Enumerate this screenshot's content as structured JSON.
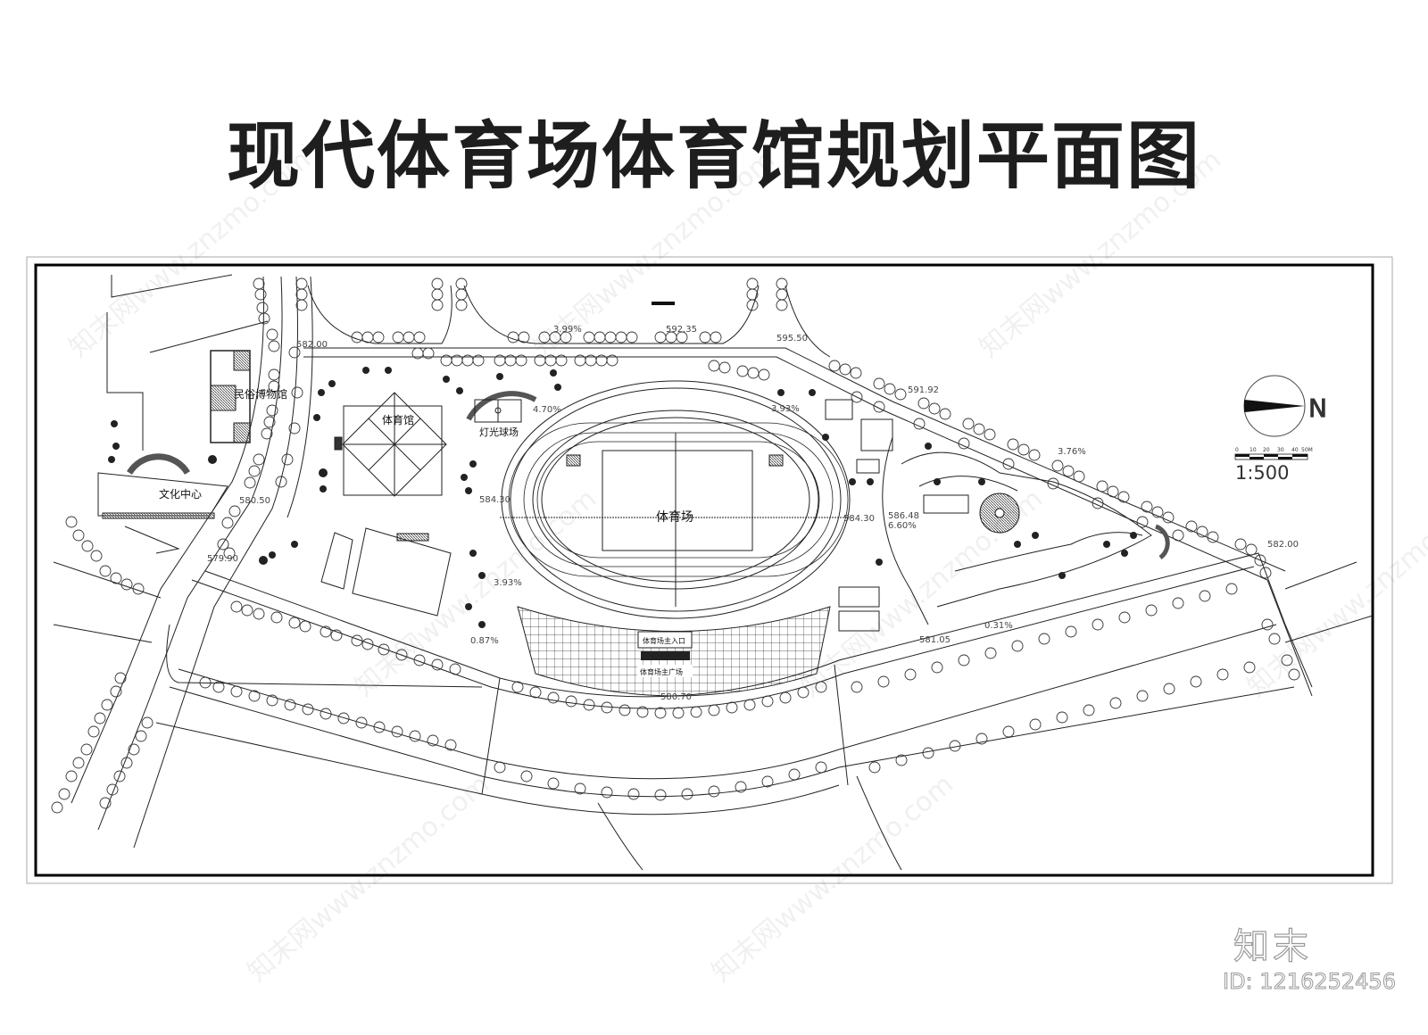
{
  "title": "现代体育场体育馆规划平面图",
  "compass": {
    "label": "N"
  },
  "scale_bar": {
    "ticks": [
      "0",
      "10",
      "20",
      "30",
      "40",
      "50M"
    ],
    "ratio": "1:500"
  },
  "buildings": {
    "museum": "民俗博物馆",
    "culture_center": "文化中心",
    "gymnasium": "体育馆",
    "lit_court": "灯光球场",
    "stadium": "体育场",
    "stadium_entrance": "体育场主入口",
    "stadium_plaza": "体育场主广场"
  },
  "elevations": {
    "e1": "582.00",
    "e2": "3.99%",
    "e3": "592.35",
    "e4": "595.50",
    "e5": "591.92",
    "e6": "3.93%",
    "e7": "4.70%",
    "e8": "3.76%",
    "e9": "580.50",
    "e10": "584.30",
    "e11": "584.30",
    "e12": "586.48",
    "e13": "6.60%",
    "e14": "579.90",
    "e15": "3.93%",
    "e16": "0.87%",
    "e17": "581.05",
    "e18": "0.31%",
    "e19": "580.70",
    "e20": "582.00"
  },
  "branding": {
    "logo": "知末",
    "id": "ID: 1216252456"
  },
  "watermark": "知末网www.znzmo.com"
}
